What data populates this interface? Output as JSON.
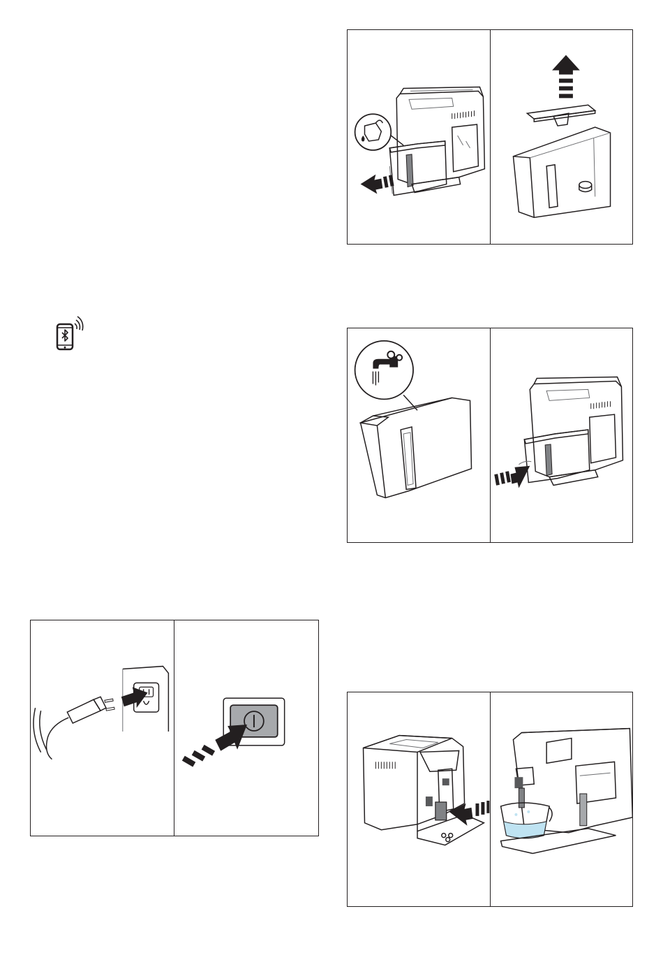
{
  "page": {
    "background": "#ffffff",
    "ink": "#231f20",
    "tank_gray": "#a7a9ac",
    "water_blue": "#bfe3f2"
  },
  "icons": {
    "bluetooth_phone": "bluetooth-smartphone-icon",
    "empty_tank": "pour-out-jug-icon",
    "tap_water": "water-tap-icon",
    "power": "power-button-icon"
  },
  "figures": [
    {
      "id": "remove-water-tank",
      "panels": [
        "pull-out-water-tank",
        "lift-off-tank-lid"
      ]
    },
    {
      "id": "fill-water-tank",
      "panels": [
        "fill-tank-from-tap",
        "reinsert-water-tank"
      ]
    },
    {
      "id": "connect-and-power",
      "panels": [
        "plug-into-outlet",
        "press-power-button"
      ]
    },
    {
      "id": "hot-water-spout",
      "panels": [
        "attach-hot-water-spout",
        "place-container-under-spout"
      ]
    }
  ]
}
